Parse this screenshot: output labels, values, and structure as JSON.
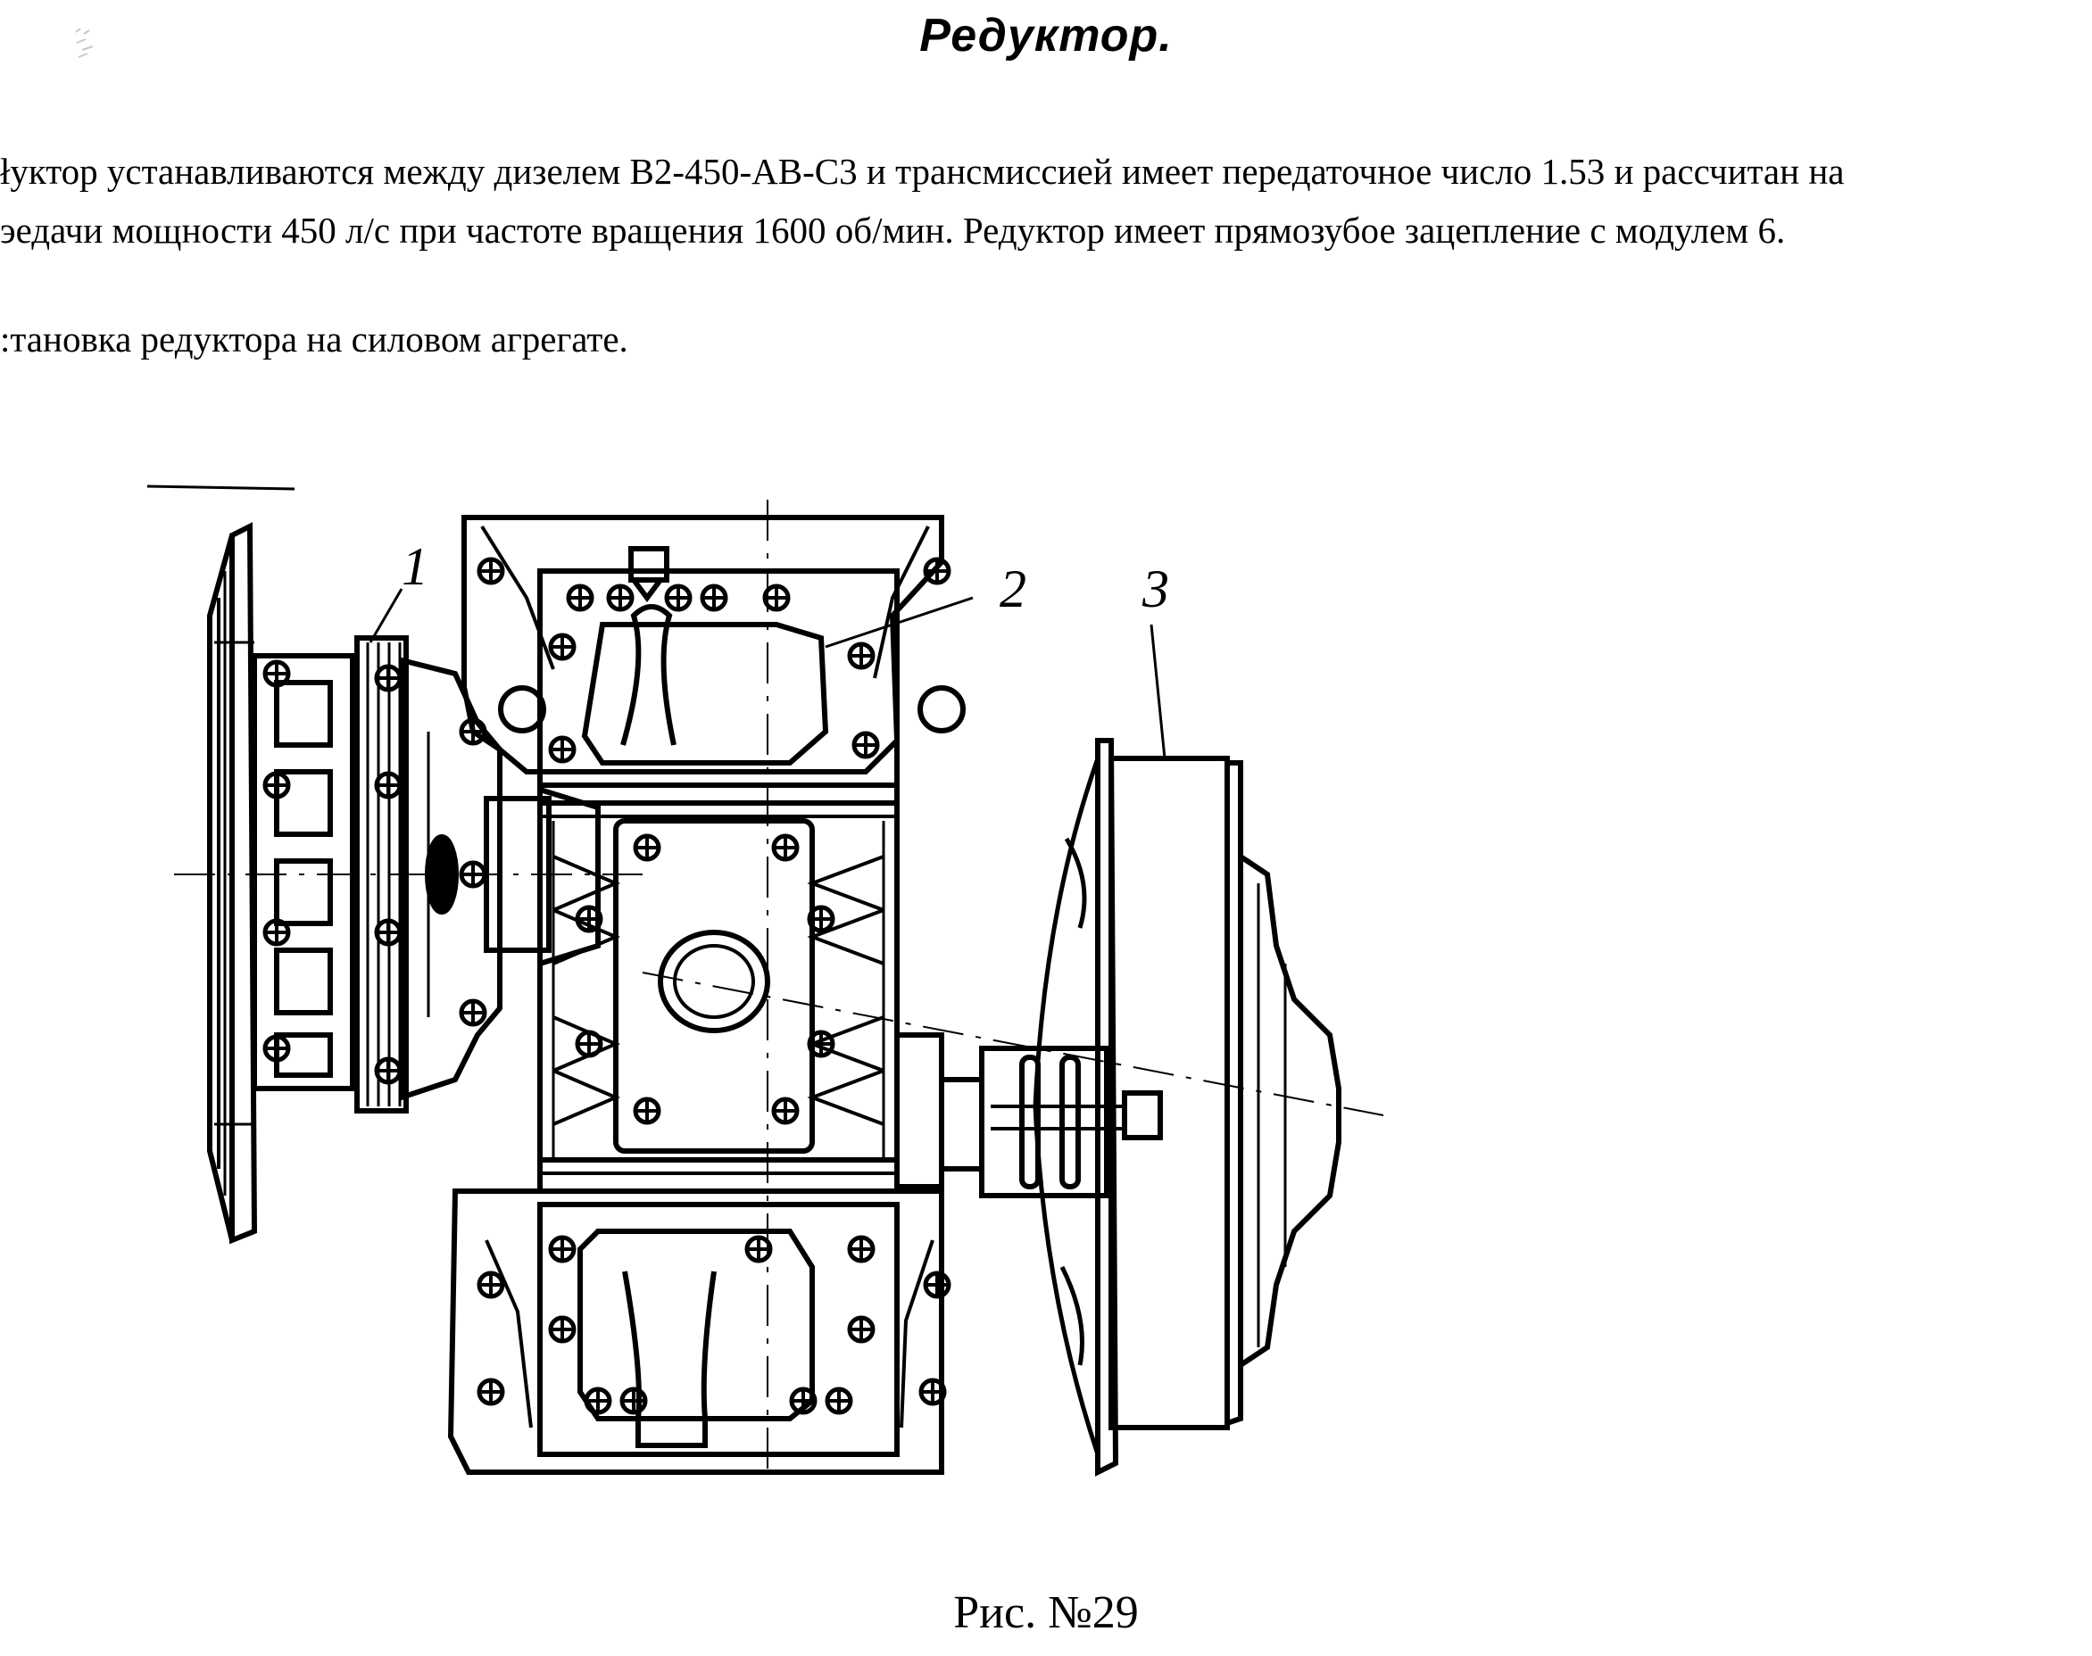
{
  "page": {
    "title": "Редуктор.",
    "paragraph_lines": [
      "łуктор устанавливаются между дизелем В2-450-АВ-С3 и трансмиссией имеет передаточное число 1.53 и рассчитан на",
      "эедачи мощности 450 л/с при частоте вращения 1600 об/мин. Редуктор имеет прямозубое зацепление с модулем 6.",
      ":тановка редуктора на силовом агрегате."
    ],
    "figure": {
      "callouts": [
        "1",
        "2",
        "3"
      ],
      "caption": "Рис. №29"
    }
  }
}
